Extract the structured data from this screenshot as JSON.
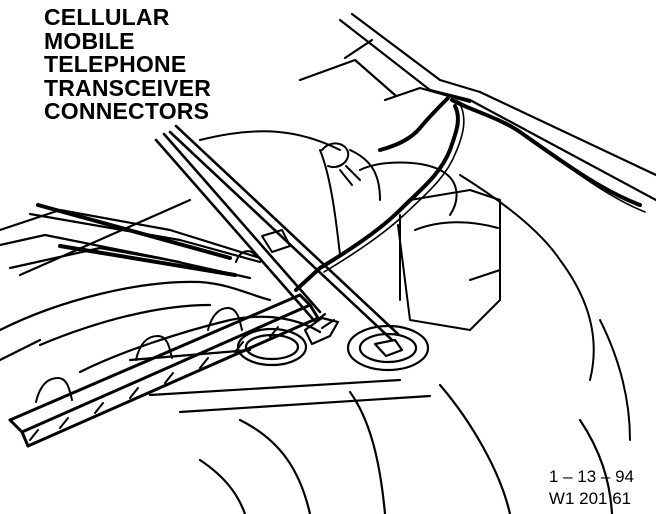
{
  "callout": {
    "lines": [
      "CELLULAR",
      "MOBILE",
      "TELEPHONE",
      "TRANSCEIVER",
      "CONNECTORS"
    ]
  },
  "figure_id": {
    "date": "1 – 13 – 94",
    "code": "W1 201 61"
  },
  "colors": {
    "ink": "#000000",
    "paper": "#ffffff"
  }
}
